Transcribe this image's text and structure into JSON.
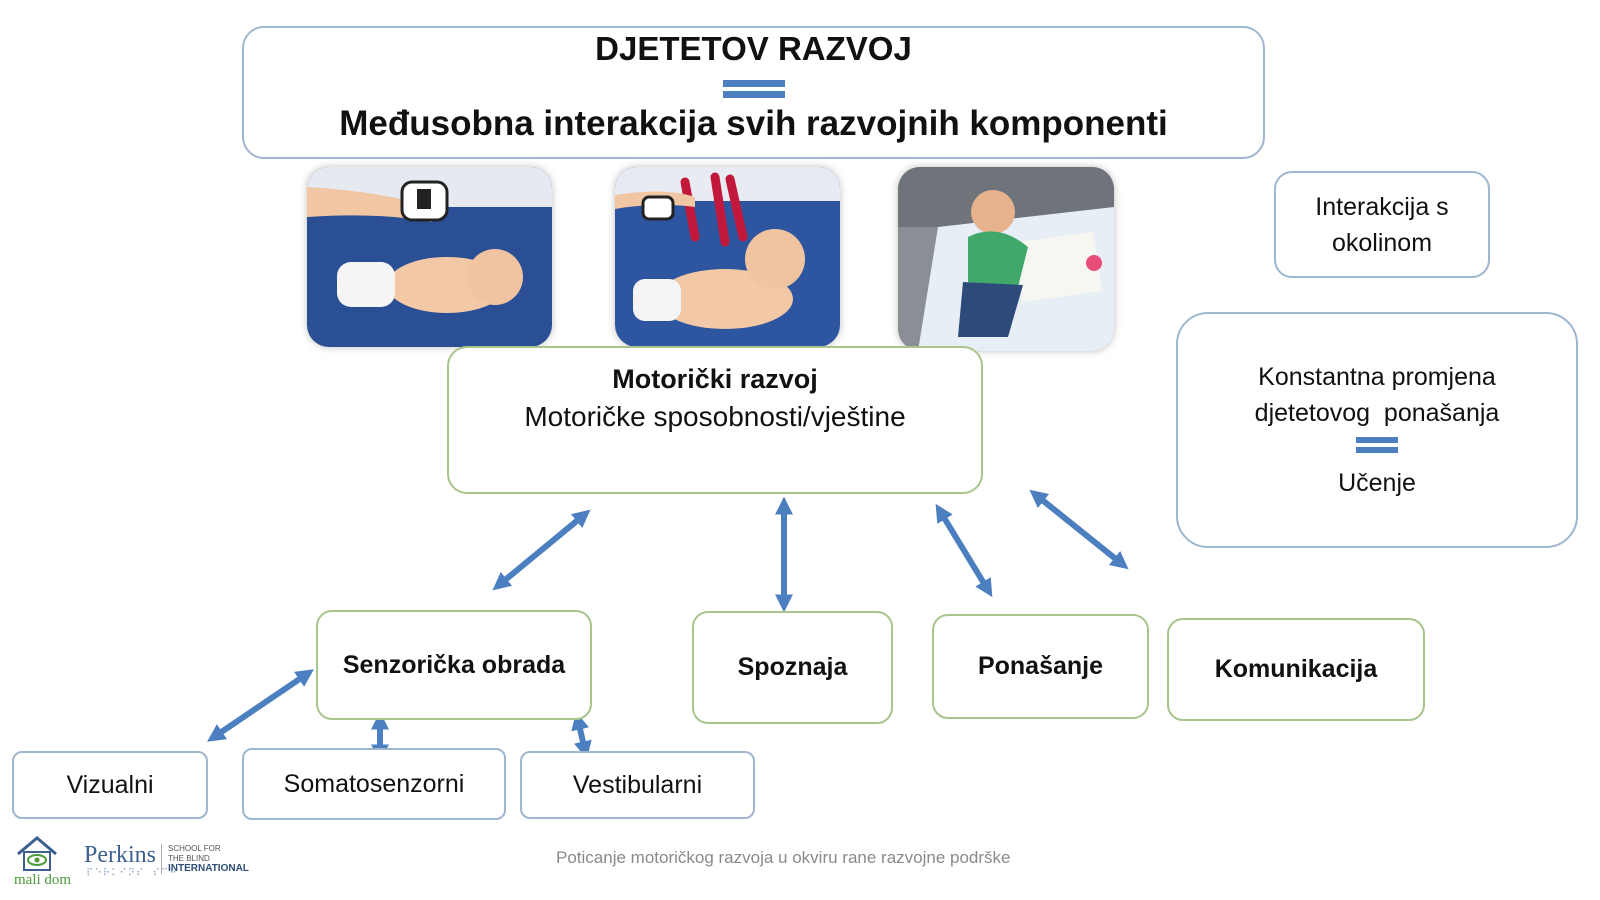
{
  "title": {
    "line1": "DJETETOV RAZVOJ",
    "line2": "Međusobna interakcija svih razvojnih komponenti"
  },
  "motor": {
    "heading": "Motorički razvoj",
    "sub": "Motoričke sposobnosti/vještine"
  },
  "side": {
    "interaction": [
      "Interakcija s",
      "okolinom"
    ],
    "change": [
      "Konstantna promjena",
      "djetetovog  ponašanja"
    ],
    "learning": "Učenje"
  },
  "nodes": {
    "sensory": "Senzorička obrada",
    "cognition": "Spoznaja",
    "behaviour": "Ponašanje",
    "communication": "Komunikacija"
  },
  "leaves": {
    "visual": "Vizualni",
    "somato": "Somatosenzorni",
    "vestibular": "Vestibularni"
  },
  "footer": "Poticanje motoričkog razvoja u okviru rane razvojne podrške",
  "logos": {
    "mali_dom": "mali dom",
    "perkins": "Perkins",
    "perkins_sub": [
      "SCHOOL FOR",
      "THE BLIND",
      "INTERNATIONAL"
    ]
  },
  "colors": {
    "accent": "#4b7fc0",
    "box_blue": "#9fb6cf",
    "box_green": "#a9c48d",
    "mat": "#2b4f95"
  }
}
